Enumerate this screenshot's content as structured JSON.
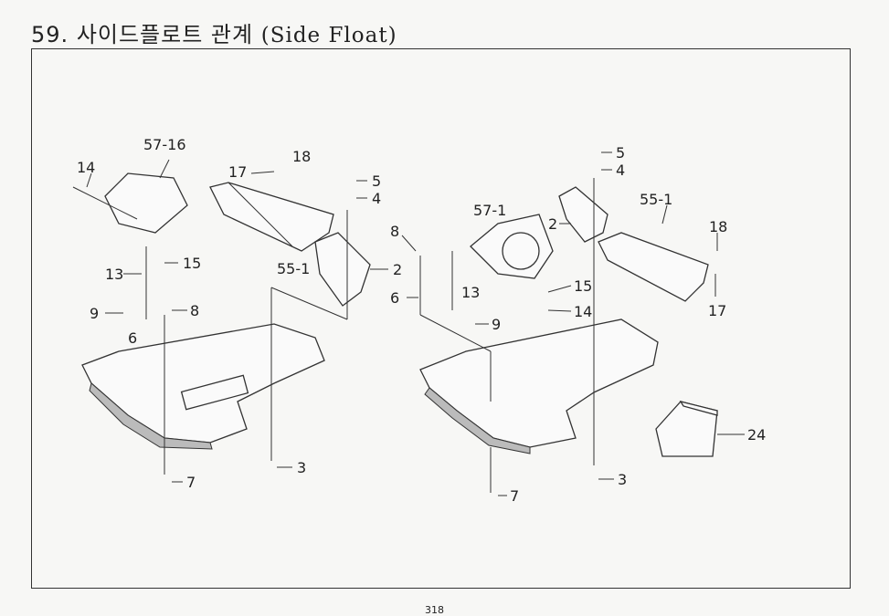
{
  "header": {
    "number": "59.",
    "title_ko": "사이드플로트 관계",
    "title_en": "(Side Float)"
  },
  "page_number": "318",
  "left_assembly": {
    "labels": {
      "p57_16": "57-16",
      "p14": "14",
      "p17": "17",
      "p18": "18",
      "p5": "5",
      "p4": "4",
      "p55_1": "55-1",
      "p2": "2",
      "p13": "13",
      "p15": "15",
      "p9": "9",
      "p8": "8",
      "p6": "6",
      "p3": "3",
      "p7": "7"
    }
  },
  "right_assembly": {
    "labels": {
      "p5": "5",
      "p4": "4",
      "p57_1": "57-1",
      "p2": "2",
      "p55_1": "55-1",
      "p18": "18",
      "p8": "8",
      "p17": "17",
      "p15": "15",
      "p13": "13",
      "p6": "6",
      "p9": "9",
      "p14": "14",
      "p3": "3",
      "p7": "7",
      "p24": "24"
    }
  }
}
